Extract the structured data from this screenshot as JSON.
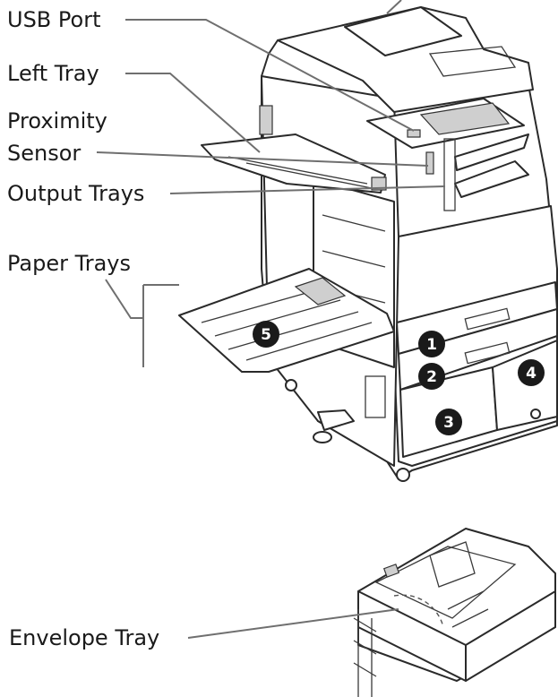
{
  "labels": {
    "usb_port": "USB Port",
    "left_tray": "Left Tray",
    "proximity_line1": "Proximity",
    "proximity_line2": "Sensor",
    "output_trays": "Output Trays",
    "paper_trays": "Paper Trays",
    "envelope_tray": "Envelope Tray"
  },
  "tray_numbers": [
    "1",
    "2",
    "3",
    "4",
    "5"
  ],
  "colors": {
    "badge": "#1a1a1a",
    "leader": "#6f6f6f",
    "outline": "#2a2a2a"
  }
}
